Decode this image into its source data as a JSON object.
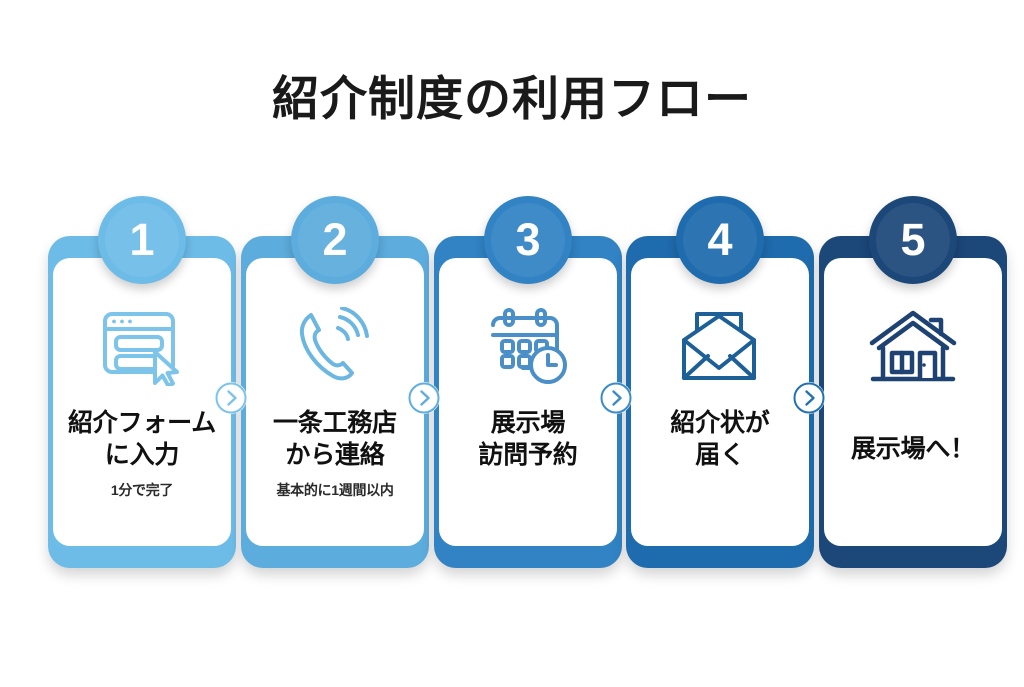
{
  "title": "紹介制度の利用フロー",
  "steps": [
    {
      "number": "1",
      "title": "紹介フォーム\nに入力",
      "subtitle": "1分で完了",
      "icon": "browser-form-cursor-icon",
      "color": "#6DBCE8"
    },
    {
      "number": "2",
      "title": "一条工務店\nから連絡",
      "subtitle": "基本的に1週間以内",
      "icon": "phone-ringing-icon",
      "color": "#5CACDD"
    },
    {
      "number": "3",
      "title": "展示場\n訪問予約",
      "subtitle": "",
      "icon": "calendar-clock-icon",
      "color": "#3183C4"
    },
    {
      "number": "4",
      "title": "紹介状が\n届く",
      "subtitle": "",
      "icon": "open-envelope-letter-icon",
      "color": "#1E6BAD"
    },
    {
      "number": "5",
      "title": "展示場へ！",
      "subtitle": "",
      "icon": "house-icon",
      "color": "#1B4779"
    }
  ],
  "connectors": [
    {
      "icon": "chevron-right-icon",
      "color": "#7CC3EA"
    },
    {
      "icon": "chevron-right-icon",
      "color": "#5FAEDE"
    },
    {
      "icon": "chevron-right-icon",
      "color": "#3A8CC8"
    },
    {
      "icon": "chevron-right-icon",
      "color": "#2272B2"
    }
  ]
}
